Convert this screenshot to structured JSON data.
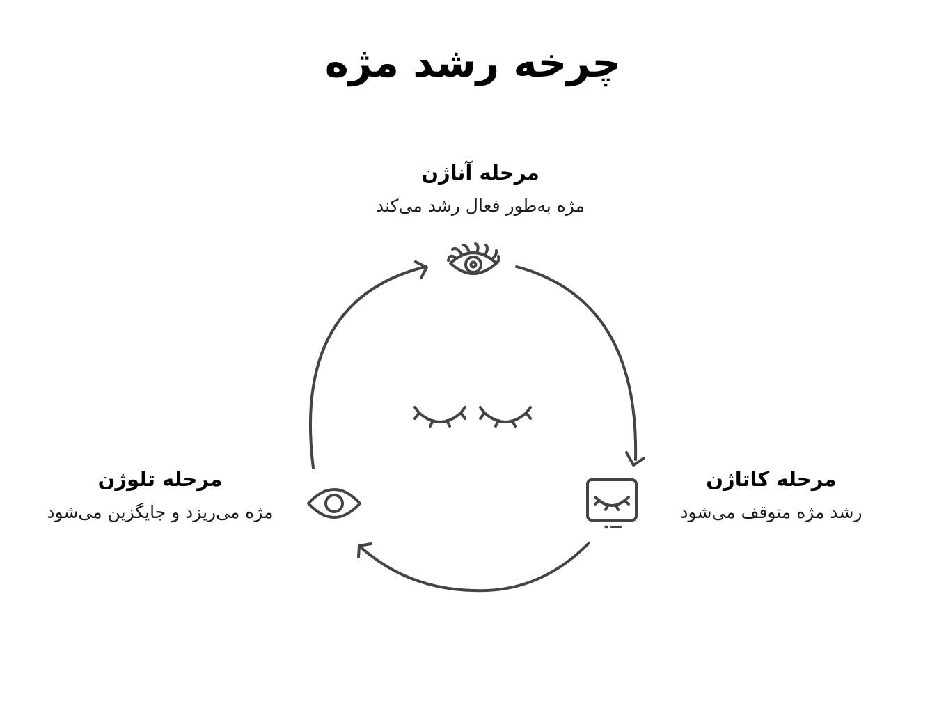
{
  "title": "چرخه رشد مژه",
  "colors": {
    "text": "#000000",
    "stroke": "#444444",
    "background": "#ffffff"
  },
  "center_icon": "closed-eyes-lashes-icon",
  "stages": [
    {
      "id": "anagen",
      "title": "مرحله آناژن",
      "description": "مژه به‌طور فعال رشد می‌کند",
      "icon": "eye-with-lashes-icon",
      "position": "top"
    },
    {
      "id": "catagen",
      "title": "مرحله کاتاژن",
      "description": "رشد مژه متوقف می‌شود",
      "icon": "monitor-closed-eye-icon",
      "position": "bottom-right"
    },
    {
      "id": "telogen",
      "title": "مرحله تلوژن",
      "description": "مژه می‌ریزد و جایگزین می‌شود",
      "icon": "open-eye-icon",
      "position": "bottom-left"
    }
  ],
  "arrows": [
    {
      "from": "anagen",
      "to": "catagen",
      "direction": "clockwise"
    },
    {
      "from": "catagen",
      "to": "telogen",
      "direction": "clockwise"
    },
    {
      "from": "telogen",
      "to": "anagen",
      "direction": "clockwise"
    }
  ]
}
